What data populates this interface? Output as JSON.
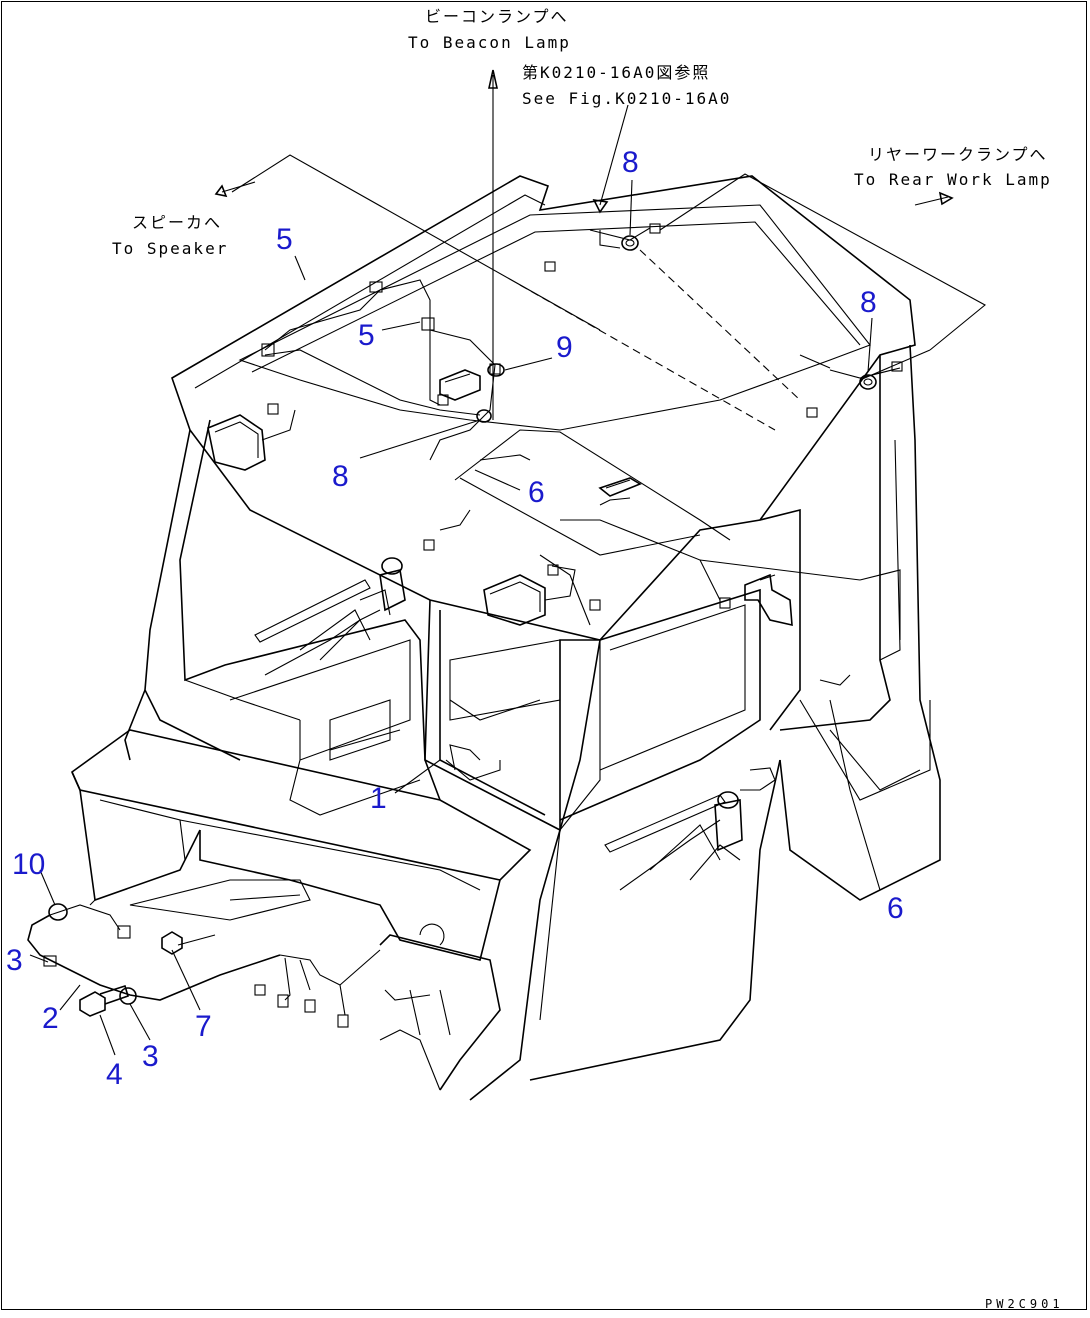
{
  "callouts": {
    "beacon_jp": "ビーコンランプへ",
    "beacon_en": "To Beacon Lamp",
    "see_fig_jp": "第K0210-16A0図参照",
    "see_fig_en": "See Fig.K0210-16A0",
    "rear_jp": "リヤーワークランプへ",
    "rear_en": "To Rear Work Lamp",
    "speaker_jp": "スピーカへ",
    "speaker_en": "To Speaker"
  },
  "part_numbers": [
    {
      "id": "p1",
      "label": "1"
    },
    {
      "id": "p2",
      "label": "2"
    },
    {
      "id": "p3a",
      "label": "3"
    },
    {
      "id": "p3b",
      "label": "3"
    },
    {
      "id": "p4",
      "label": "4"
    },
    {
      "id": "p5a",
      "label": "5"
    },
    {
      "id": "p5b",
      "label": "5"
    },
    {
      "id": "p6a",
      "label": "6"
    },
    {
      "id": "p6b",
      "label": "6"
    },
    {
      "id": "p7",
      "label": "7"
    },
    {
      "id": "p8a",
      "label": "8"
    },
    {
      "id": "p8b",
      "label": "8"
    },
    {
      "id": "p8c",
      "label": "8"
    },
    {
      "id": "p9",
      "label": "9"
    },
    {
      "id": "p10",
      "label": "10"
    }
  ],
  "drawing_code": "PW2C901",
  "colors": {
    "part_number": "#1a1acc",
    "line": "#000000",
    "background": "#ffffff"
  }
}
